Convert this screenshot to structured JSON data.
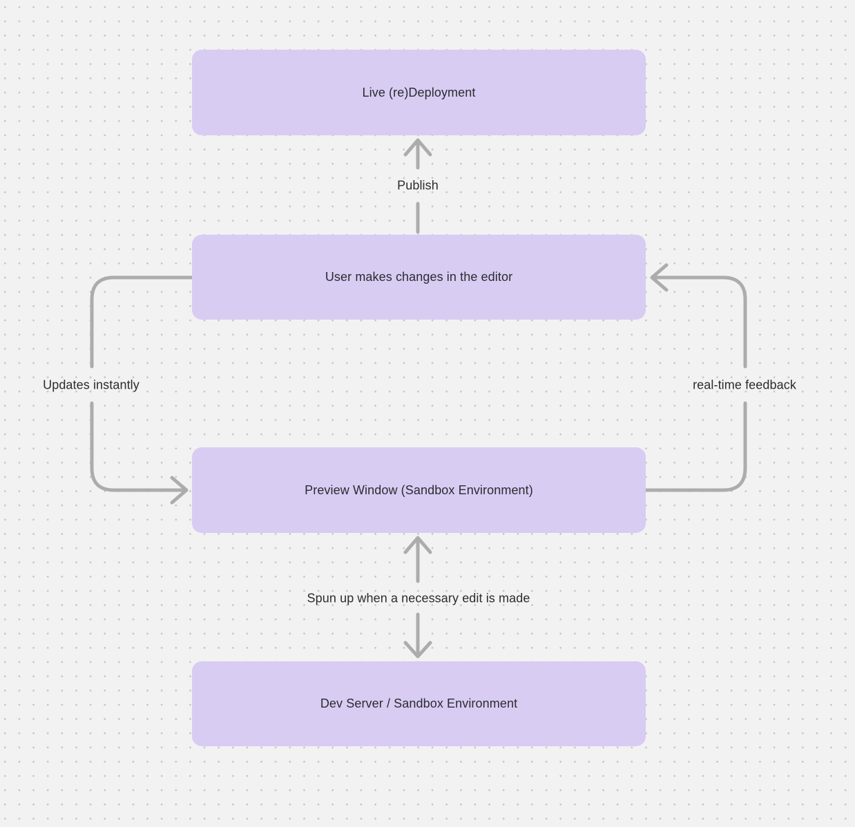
{
  "diagram": {
    "colors": {
      "background": "#f3f2f2",
      "grid_dot": "#c6c5c5",
      "node_fill": "#d8ccf3",
      "arrow": "#adacac",
      "text": "#2b2b30"
    },
    "nodes": [
      {
        "id": "live-deployment",
        "label": "Live (re)Deployment"
      },
      {
        "id": "user-changes",
        "label": "User makes changes in the editor"
      },
      {
        "id": "preview-window",
        "label": "Preview Window (Sandbox Environment)"
      },
      {
        "id": "dev-server",
        "label": "Dev Server / Sandbox Environment"
      }
    ],
    "edges": [
      {
        "id": "publish",
        "label": "Publish",
        "from": "user-changes",
        "to": "live-deployment",
        "direction": "up"
      },
      {
        "id": "updates-instantly",
        "label": "Updates instantly",
        "from": "user-changes",
        "to": "preview-window",
        "direction": "left-loop-down"
      },
      {
        "id": "real-time-feedback",
        "label": "real-time feedback",
        "from": "preview-window",
        "to": "user-changes",
        "direction": "right-loop-up"
      },
      {
        "id": "spun-up",
        "label": "Spun up when a necessary edit is made",
        "from": "preview-window",
        "to": "dev-server",
        "direction": "bidirectional"
      }
    ]
  }
}
